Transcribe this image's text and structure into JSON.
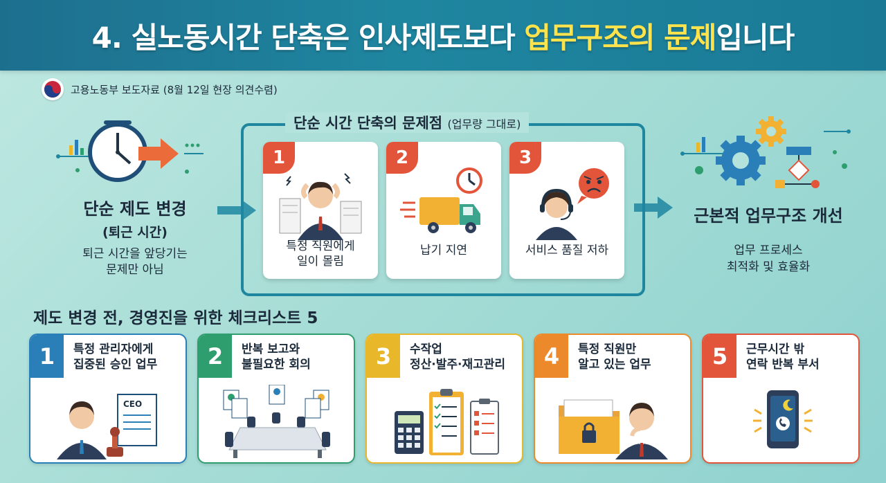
{
  "header": {
    "title_main": "4. 실노동시간 단축은 인사제도보다 ",
    "title_highlight": "업무구조의 문제",
    "title_end": "입니다"
  },
  "source": {
    "text": "고용노동부 보도자료 (8월 12일 현장 의견수렴)"
  },
  "left": {
    "title": "단순 제도 변경",
    "subtitle": "(퇴근 시간)",
    "desc_line1": "퇴근 시간을 앞당기는",
    "desc_line2": "문제만 아님"
  },
  "problems": {
    "title": "단순 시간 단축의 문제점",
    "title_note": "(업무량 그대로)",
    "items": [
      {
        "num": "1",
        "line1": "특정 직원에게",
        "line2": "일이 몰림",
        "icon": "stressed-worker-icon"
      },
      {
        "num": "2",
        "line1": "납기 지연",
        "line2": "",
        "icon": "delivery-truck-clock-icon"
      },
      {
        "num": "3",
        "line1": "서비스 품질 저하",
        "line2": "",
        "icon": "angry-customer-agent-icon"
      }
    ]
  },
  "right": {
    "title": "근본적 업무구조 개선",
    "desc_line1": "업무 프로세스",
    "desc_line2": "최적화 및 효율화"
  },
  "checklist": {
    "title": "제도 변경 전, 경영진을 위한 체크리스트 5",
    "items": [
      {
        "num": "1",
        "line1": "특정 관리자에게",
        "line2": "집중된 승인 업무",
        "color": "#2a7fb8",
        "icon": "ceo-approval-stamp-icon",
        "doc_text": "CEO"
      },
      {
        "num": "2",
        "line1": "반복 보고와",
        "line2": "불필요한 회의",
        "color": "#2f9e6e",
        "icon": "meeting-table-icon"
      },
      {
        "num": "3",
        "line1": "수작업",
        "line2": "정산·발주·재고관리",
        "color": "#e8b82a",
        "icon": "calculator-clipboard-icon"
      },
      {
        "num": "4",
        "line1": "특정 직원만",
        "line2": "알고 있는 업무",
        "color": "#ec8a2b",
        "icon": "locked-folder-icon"
      },
      {
        "num": "5",
        "line1": "근무시간 밖",
        "line2": "연락 반복 부서",
        "color": "#e2553a",
        "icon": "night-phone-call-icon"
      }
    ]
  }
}
